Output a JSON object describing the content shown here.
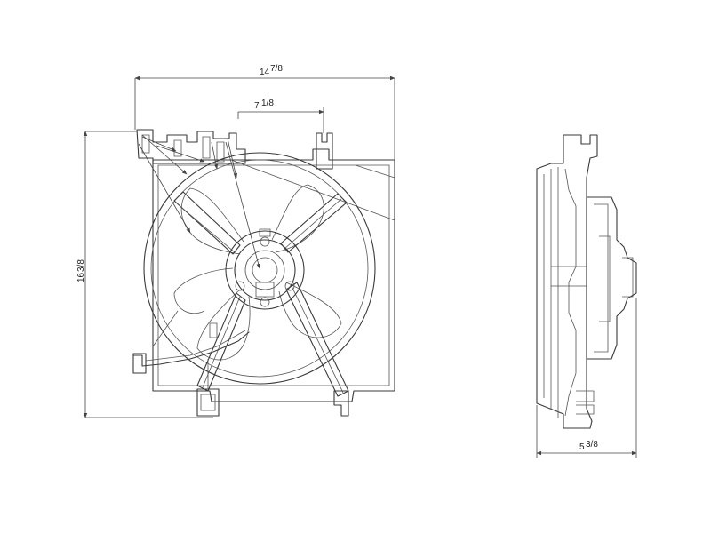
{
  "dimensions": {
    "overall_width": "14",
    "overall_width_frac": "7/8",
    "hub_offset": "7",
    "hub_offset_frac": "1/8",
    "overall_height": "16",
    "overall_height_frac": "3/8",
    "depth": "5",
    "depth_frac": "3/8"
  }
}
